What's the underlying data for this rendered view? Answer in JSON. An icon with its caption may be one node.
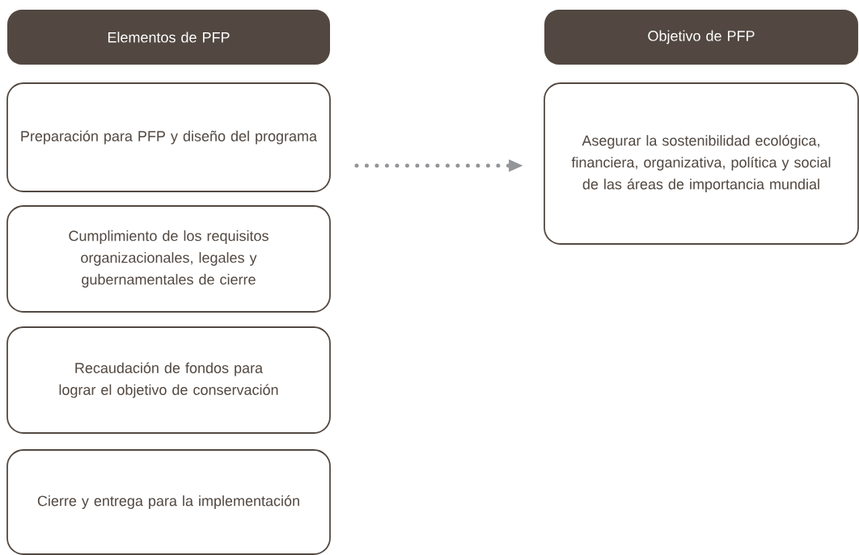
{
  "diagram": {
    "nodes": [
      {
        "text": [
          "Elementos de PFP"
        ]
      },
      {
        "text": [
          "Preparación para PFP y diseño del programa"
        ]
      },
      {
        "text": [
          "Cumplimiento de los requisitos organizacionales, legales y gubernamentales de cierre"
        ]
      },
      {
        "text": [
          "Recaudación de fondos para lograr el objetivo de conservación"
        ]
      },
      {
        "text": [
          "Cierre y entrega para la implementación"
        ]
      },
      {
        "text": [
          "Objetivo de PFP"
        ]
      },
      {
        "text": [
          "Asegurar la sostenibilidad ecológica, financiera, organizativa, política y social de las áreas de importancia mundial"
        ]
      }
    ],
    "edges": [
      {
        "from": 1,
        "to": 6,
        "arrow": "to",
        "style": "dashed",
        "color": "#939598"
      }
    ]
  }
}
